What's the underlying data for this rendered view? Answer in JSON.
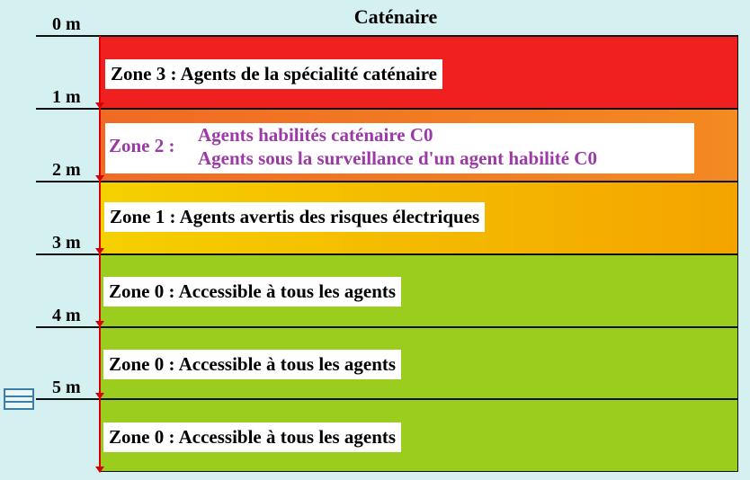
{
  "title": "Caténaire",
  "meters": [
    "0 m",
    "1 m",
    "2 m",
    "3 m",
    "4 m",
    "5 m"
  ],
  "zones": [
    {
      "label": "Zone 3 : Agents de la spécialité caténaire",
      "color": "#ee2020"
    },
    {
      "prefix": "Zone 2 :",
      "line1": "Agents habilités caténaire C0",
      "line2": "Agents sous la surveillance d'un agent habilité C0",
      "color": "#f38a22",
      "text_color": "#9b3aa6"
    },
    {
      "label": "Zone 1 : Agents avertis des risques électriques",
      "color": "#f4c000"
    },
    {
      "label": "Zone 0 : Accessible à tous les agents",
      "color": "#9acd1e"
    },
    {
      "label": "Zone 0 : Accessible à tous les agents",
      "color": "#9acd1e"
    },
    {
      "label": "Zone 0 : Accessible à tous les agents",
      "color": "#9acd1e"
    }
  ],
  "icons": {
    "water_level": "water-level-icon",
    "axis_arrow": "down-arrow-icon"
  },
  "colors": {
    "background": "#d4f0f0",
    "axis": "#d80000"
  }
}
